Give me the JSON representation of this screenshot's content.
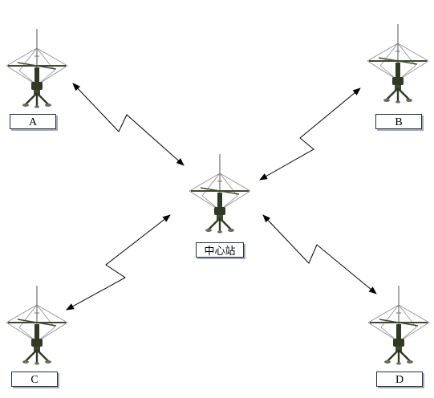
{
  "stations": [
    {
      "id": "A",
      "label": "A"
    },
    {
      "id": "B",
      "label": "B"
    },
    {
      "id": "C",
      "label": "C"
    },
    {
      "id": "D",
      "label": "D"
    },
    {
      "id": "center",
      "label": "中心站"
    }
  ],
  "links": [
    {
      "from": "center",
      "to": "A"
    },
    {
      "from": "center",
      "to": "B"
    },
    {
      "from": "center",
      "to": "C"
    },
    {
      "from": "center",
      "to": "D"
    }
  ],
  "colors": {
    "label_border": "#1f2f5a",
    "label_shadow": "#a9a9a9",
    "antenna_body": "#2f3a22",
    "antenna_wire": "#8a8a8a",
    "link_line": "#000000"
  },
  "icons": {
    "station": "antenna-icon"
  }
}
